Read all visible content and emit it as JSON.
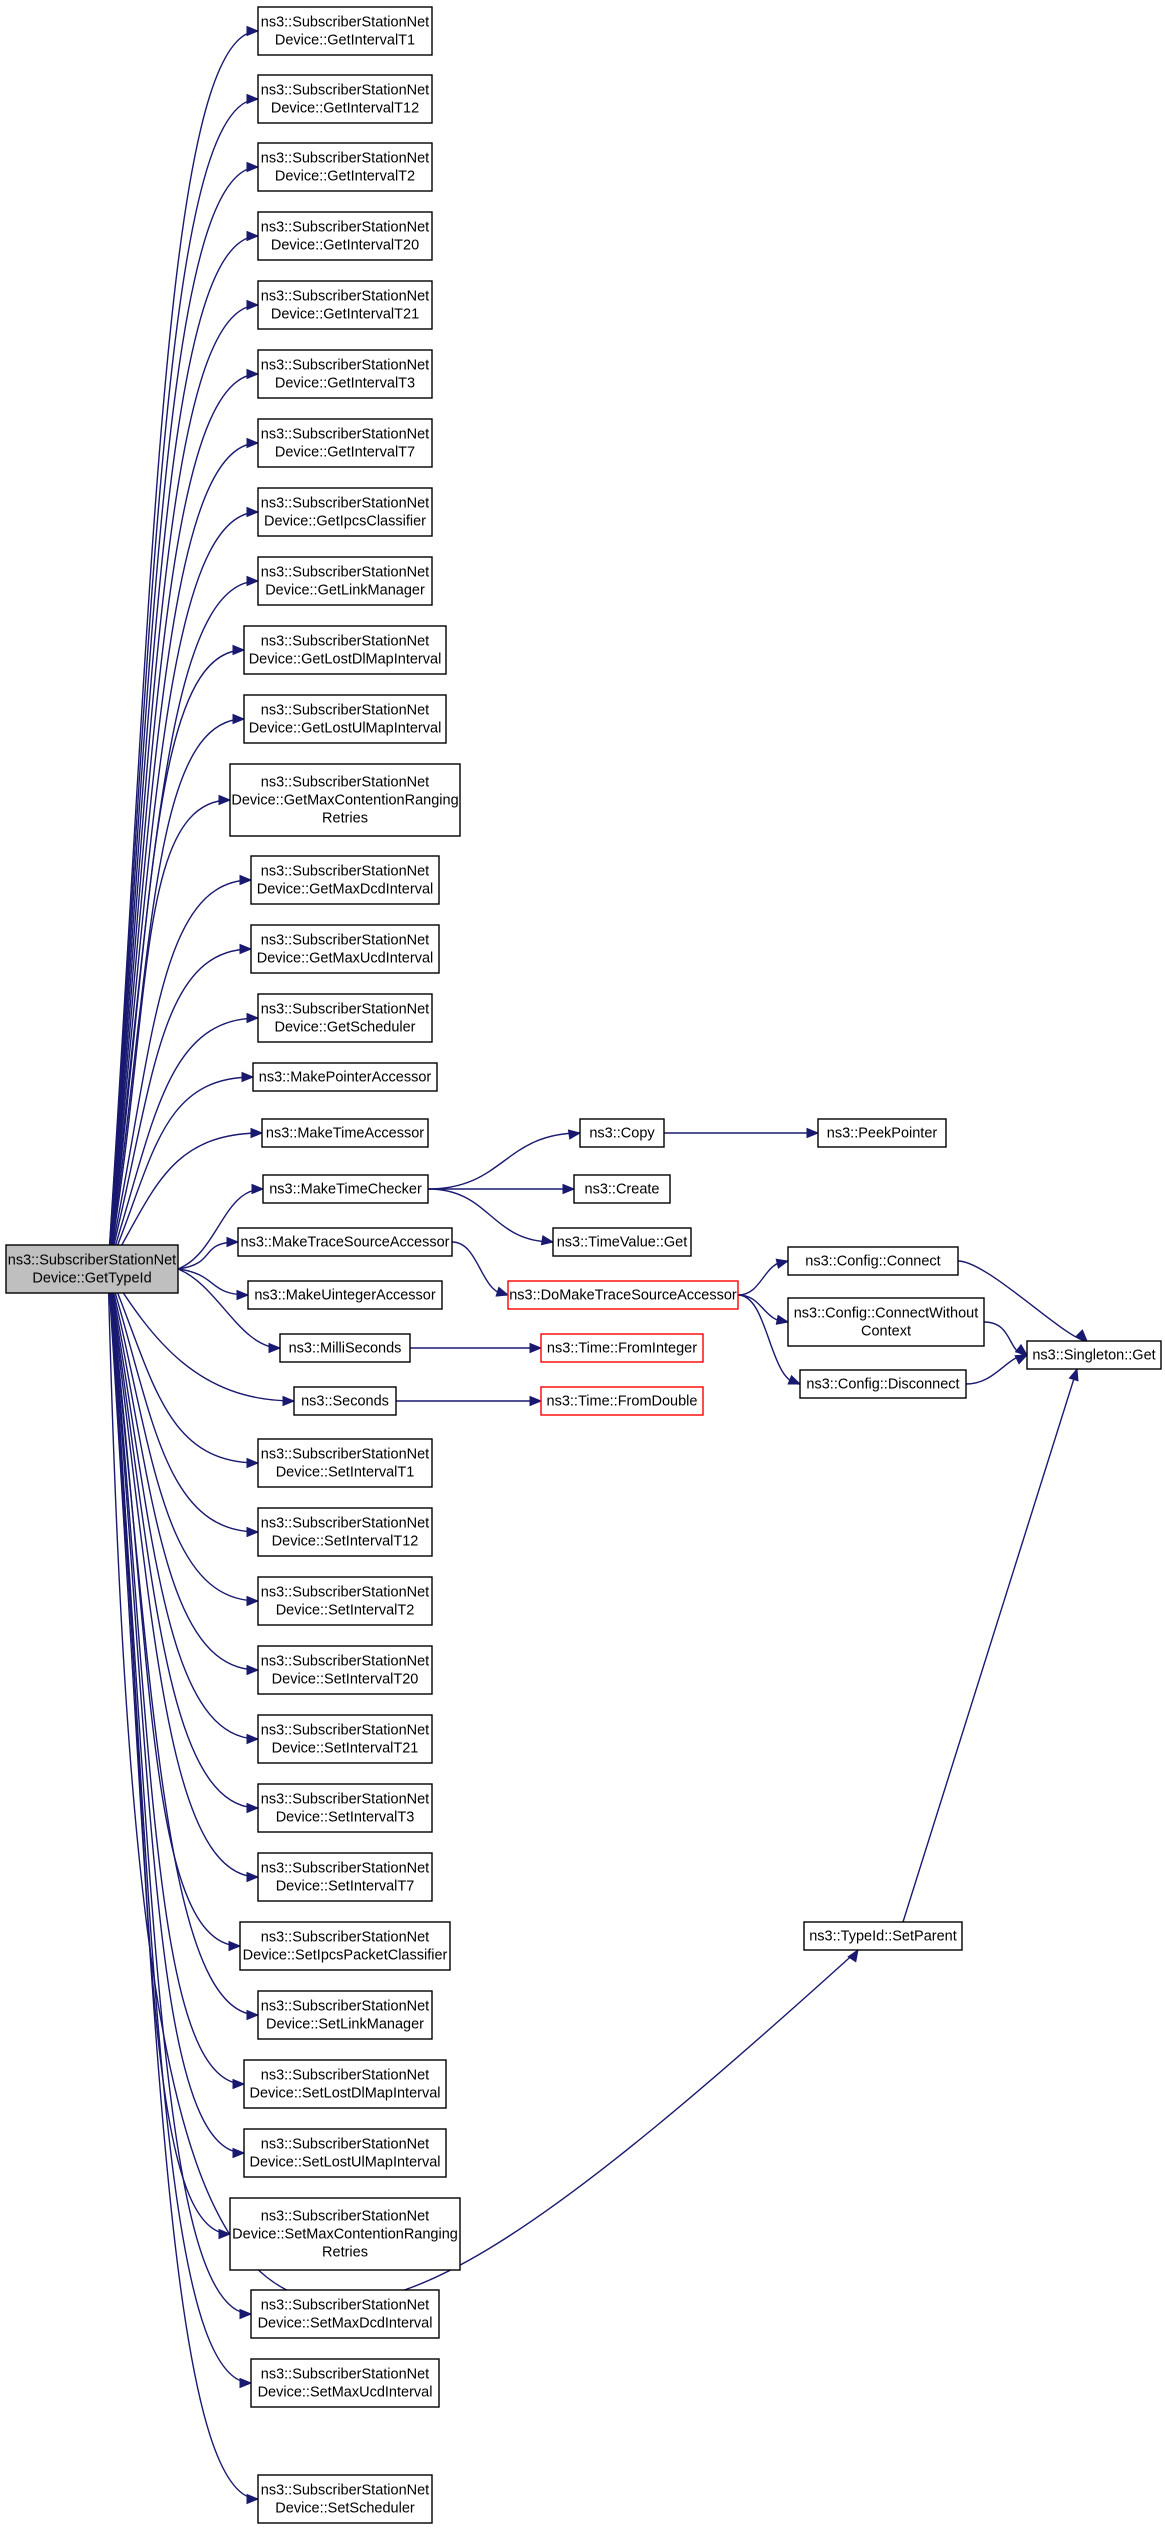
{
  "diagram": {
    "root": {
      "id": "root",
      "lines": [
        "ns3::SubscriberStationNet",
        "Device::GetTypeId"
      ]
    },
    "nodes": [
      {
        "id": "n1",
        "lines": [
          "ns3::SubscriberStationNet",
          "Device::GetIntervalT1"
        ]
      },
      {
        "id": "n2",
        "lines": [
          "ns3::SubscriberStationNet",
          "Device::GetIntervalT12"
        ]
      },
      {
        "id": "n3",
        "lines": [
          "ns3::SubscriberStationNet",
          "Device::GetIntervalT2"
        ]
      },
      {
        "id": "n4",
        "lines": [
          "ns3::SubscriberStationNet",
          "Device::GetIntervalT20"
        ]
      },
      {
        "id": "n5",
        "lines": [
          "ns3::SubscriberStationNet",
          "Device::GetIntervalT21"
        ]
      },
      {
        "id": "n6",
        "lines": [
          "ns3::SubscriberStationNet",
          "Device::GetIntervalT3"
        ]
      },
      {
        "id": "n7",
        "lines": [
          "ns3::SubscriberStationNet",
          "Device::GetIntervalT7"
        ]
      },
      {
        "id": "n8",
        "lines": [
          "ns3::SubscriberStationNet",
          "Device::GetIpcsClassifier"
        ]
      },
      {
        "id": "n9",
        "lines": [
          "ns3::SubscriberStationNet",
          "Device::GetLinkManager"
        ]
      },
      {
        "id": "n10",
        "lines": [
          "ns3::SubscriberStationNet",
          "Device::GetLostDlMapInterval"
        ]
      },
      {
        "id": "n11",
        "lines": [
          "ns3::SubscriberStationNet",
          "Device::GetLostUlMapInterval"
        ]
      },
      {
        "id": "n12",
        "lines": [
          "ns3::SubscriberStationNet",
          "Device::GetMaxContentionRanging",
          "Retries"
        ]
      },
      {
        "id": "n13",
        "lines": [
          "ns3::SubscriberStationNet",
          "Device::GetMaxDcdInterval"
        ]
      },
      {
        "id": "n14",
        "lines": [
          "ns3::SubscriberStationNet",
          "Device::GetMaxUcdInterval"
        ]
      },
      {
        "id": "n15",
        "lines": [
          "ns3::SubscriberStationNet",
          "Device::GetScheduler"
        ]
      },
      {
        "id": "n16",
        "lines": [
          "ns3::MakePointerAccessor"
        ]
      },
      {
        "id": "n17",
        "lines": [
          "ns3::MakeTimeAccessor"
        ]
      },
      {
        "id": "n18",
        "lines": [
          "ns3::MakeTimeChecker"
        ]
      },
      {
        "id": "n19",
        "lines": [
          "ns3::MakeTraceSourceAccessor"
        ]
      },
      {
        "id": "n20",
        "lines": [
          "ns3::MakeUintegerAccessor"
        ]
      },
      {
        "id": "n21",
        "lines": [
          "ns3::MilliSeconds"
        ]
      },
      {
        "id": "n22",
        "lines": [
          "ns3::Seconds"
        ]
      },
      {
        "id": "n23",
        "lines": [
          "ns3::SubscriberStationNet",
          "Device::SetIntervalT1"
        ]
      },
      {
        "id": "n24",
        "lines": [
          "ns3::SubscriberStationNet",
          "Device::SetIntervalT12"
        ]
      },
      {
        "id": "n25",
        "lines": [
          "ns3::SubscriberStationNet",
          "Device::SetIntervalT2"
        ]
      },
      {
        "id": "n26",
        "lines": [
          "ns3::SubscriberStationNet",
          "Device::SetIntervalT20"
        ]
      },
      {
        "id": "n27",
        "lines": [
          "ns3::SubscriberStationNet",
          "Device::SetIntervalT21"
        ]
      },
      {
        "id": "n28",
        "lines": [
          "ns3::SubscriberStationNet",
          "Device::SetIntervalT3"
        ]
      },
      {
        "id": "n29",
        "lines": [
          "ns3::SubscriberStationNet",
          "Device::SetIntervalT7"
        ]
      },
      {
        "id": "n30",
        "lines": [
          "ns3::SubscriberStationNet",
          "Device::SetIpcsPacketClassifier"
        ]
      },
      {
        "id": "n31",
        "lines": [
          "ns3::SubscriberStationNet",
          "Device::SetLinkManager"
        ]
      },
      {
        "id": "n32",
        "lines": [
          "ns3::SubscriberStationNet",
          "Device::SetLostDlMapInterval"
        ]
      },
      {
        "id": "n33",
        "lines": [
          "ns3::SubscriberStationNet",
          "Device::SetLostUlMapInterval"
        ]
      },
      {
        "id": "n34",
        "lines": [
          "ns3::SubscriberStationNet",
          "Device::SetMaxContentionRanging",
          "Retries"
        ]
      },
      {
        "id": "n35",
        "lines": [
          "ns3::SubscriberStationNet",
          "Device::SetMaxDcdInterval"
        ]
      },
      {
        "id": "n36",
        "lines": [
          "ns3::SubscriberStationNet",
          "Device::SetMaxUcdInterval"
        ]
      },
      {
        "id": "n37",
        "lines": [
          "ns3::SubscriberStationNet",
          "Device::SetScheduler"
        ]
      },
      {
        "id": "c1",
        "lines": [
          "ns3::Copy"
        ]
      },
      {
        "id": "c2",
        "lines": [
          "ns3::Create"
        ]
      },
      {
        "id": "c3",
        "lines": [
          "ns3::TimeValue::Get"
        ]
      },
      {
        "id": "c4",
        "lines": [
          "ns3::DoMakeTraceSourceAccessor"
        ],
        "truncated": true
      },
      {
        "id": "c5",
        "lines": [
          "ns3::Time::FromInteger"
        ],
        "truncated": true
      },
      {
        "id": "c6",
        "lines": [
          "ns3::Time::FromDouble"
        ],
        "truncated": true
      },
      {
        "id": "d1",
        "lines": [
          "ns3::PeekPointer"
        ]
      },
      {
        "id": "d2",
        "lines": [
          "ns3::Config::Connect"
        ]
      },
      {
        "id": "d3",
        "lines": [
          "ns3::Config::ConnectWithout",
          "Context"
        ]
      },
      {
        "id": "d4",
        "lines": [
          "ns3::Config::Disconnect"
        ]
      },
      {
        "id": "d5",
        "lines": [
          "ns3::Singleton::Get"
        ]
      },
      {
        "id": "t1",
        "lines": [
          "ns3::TypeId::SetParent"
        ]
      }
    ],
    "edges": [
      [
        "root",
        "n1"
      ],
      [
        "root",
        "n2"
      ],
      [
        "root",
        "n3"
      ],
      [
        "root",
        "n4"
      ],
      [
        "root",
        "n5"
      ],
      [
        "root",
        "n6"
      ],
      [
        "root",
        "n7"
      ],
      [
        "root",
        "n8"
      ],
      [
        "root",
        "n9"
      ],
      [
        "root",
        "n10"
      ],
      [
        "root",
        "n11"
      ],
      [
        "root",
        "n12"
      ],
      [
        "root",
        "n13"
      ],
      [
        "root",
        "n14"
      ],
      [
        "root",
        "n15"
      ],
      [
        "root",
        "n16"
      ],
      [
        "root",
        "n17"
      ],
      [
        "root",
        "n18"
      ],
      [
        "root",
        "n19"
      ],
      [
        "root",
        "n20"
      ],
      [
        "root",
        "n21"
      ],
      [
        "root",
        "n22"
      ],
      [
        "root",
        "n23"
      ],
      [
        "root",
        "n24"
      ],
      [
        "root",
        "n25"
      ],
      [
        "root",
        "n26"
      ],
      [
        "root",
        "n27"
      ],
      [
        "root",
        "n28"
      ],
      [
        "root",
        "n29"
      ],
      [
        "root",
        "n30"
      ],
      [
        "root",
        "n31"
      ],
      [
        "root",
        "n32"
      ],
      [
        "root",
        "n33"
      ],
      [
        "root",
        "n34"
      ],
      [
        "root",
        "n35"
      ],
      [
        "root",
        "n36"
      ],
      [
        "root",
        "n37"
      ],
      [
        "root",
        "t1"
      ],
      [
        "n18",
        "c1"
      ],
      [
        "n18",
        "c2"
      ],
      [
        "n18",
        "c3"
      ],
      [
        "n19",
        "c4"
      ],
      [
        "n21",
        "c5"
      ],
      [
        "n22",
        "c6"
      ],
      [
        "c1",
        "d1"
      ],
      [
        "c4",
        "d2"
      ],
      [
        "c4",
        "d3"
      ],
      [
        "c4",
        "d4"
      ],
      [
        "d2",
        "d5"
      ],
      [
        "d3",
        "d5"
      ],
      [
        "d4",
        "d5"
      ],
      [
        "t1",
        "d5"
      ]
    ],
    "colors": {
      "edge": "#191970",
      "root_fill": "#bfbfbf",
      "node_border": "#000000",
      "truncated_border": "#ff0000"
    }
  }
}
